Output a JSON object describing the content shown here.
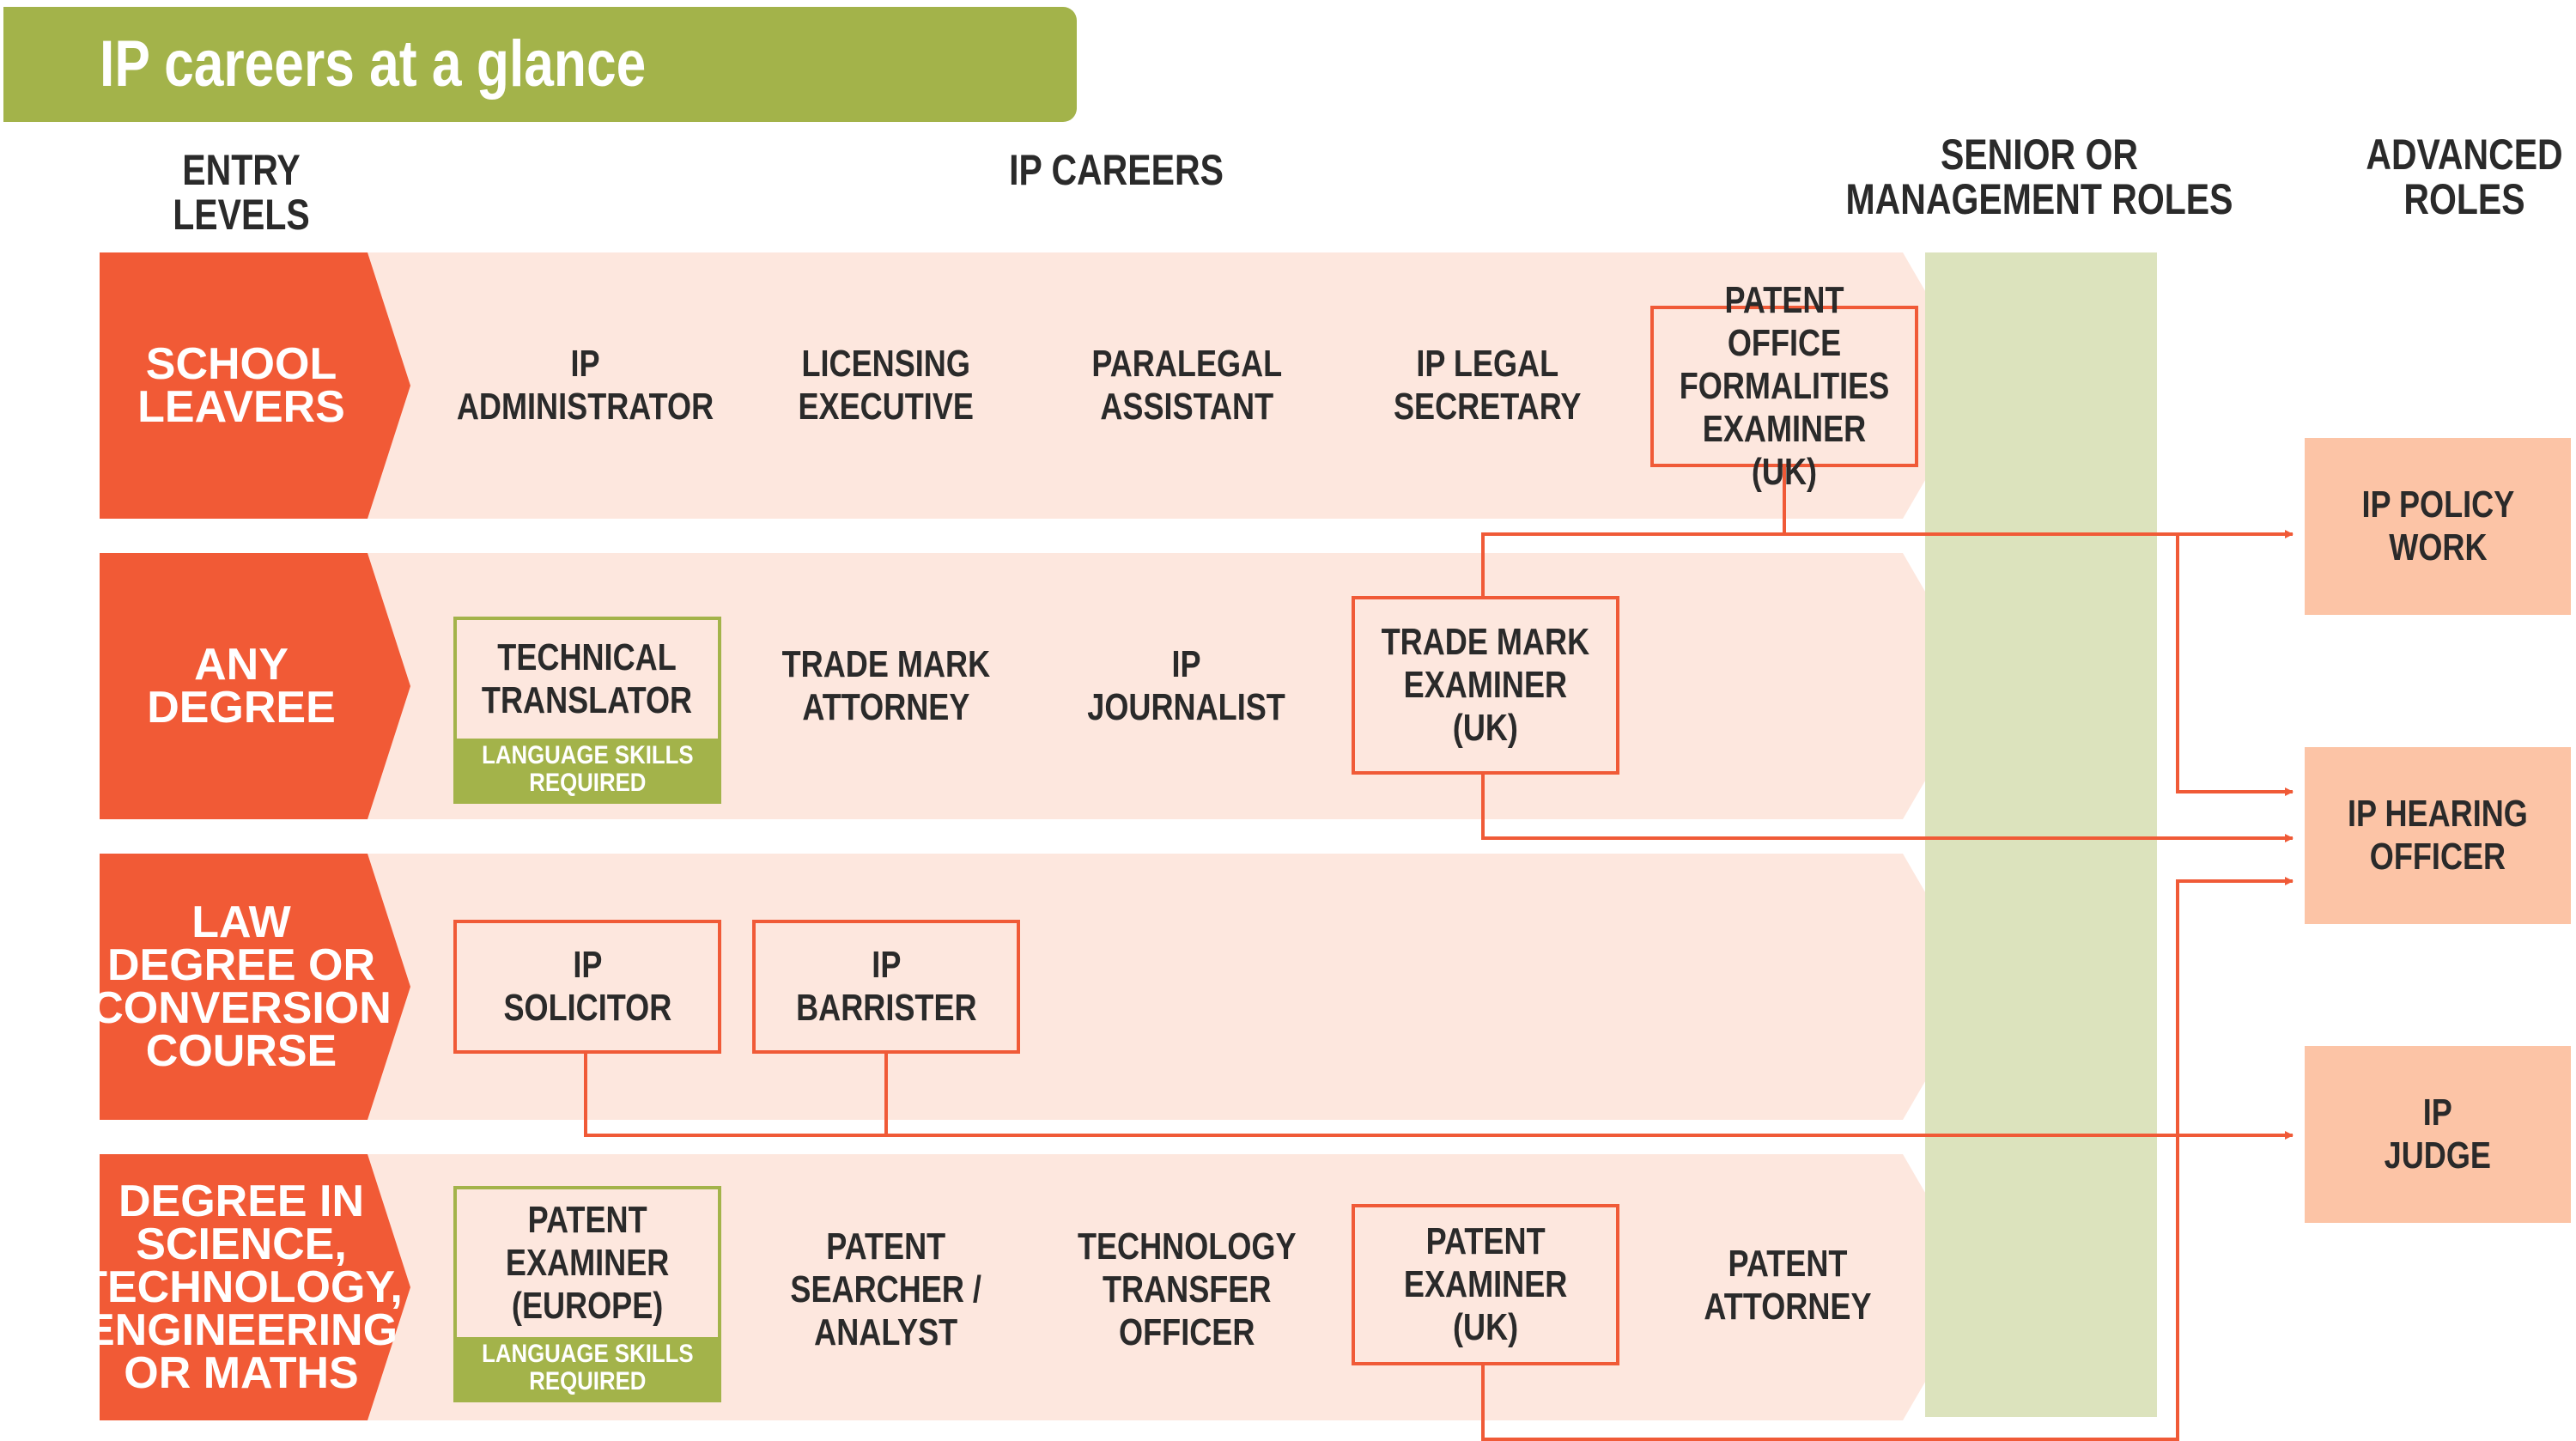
{
  "title": "IP careers at a glance",
  "headers": {
    "entry_levels": "ENTRY LEVELS",
    "ip_careers": "IP CAREERS",
    "senior": "SENIOR OR\nMANAGEMENT ROLES",
    "advanced": "ADVANCED\nROLES"
  },
  "colors": {
    "title_green": "#a3b34a",
    "entry_orange": "#f15a36",
    "band_peach": "#fde7de",
    "senior_green": "#dce3bd",
    "advanced_peach": "#fcc4a6",
    "connector": "#f05a37"
  },
  "rows": [
    {
      "entry": "SCHOOL\nLEAVERS",
      "careers": [
        {
          "label": "IP\nADMINISTRATOR"
        },
        {
          "label": "LICENSING\nEXECUTIVE"
        },
        {
          "label": "PARALEGAL\nASSISTANT"
        },
        {
          "label": "IP LEGAL\nSECRETARY"
        },
        {
          "label": "PATENT OFFICE\nFORMALITIES\nEXAMINER (UK)"
        }
      ]
    },
    {
      "entry": "ANY\nDEGREE",
      "careers": [
        {
          "label": "TECHNICAL\nTRANSLATOR",
          "note": "LANGUAGE SKILLS\nREQUIRED"
        },
        {
          "label": "TRADE MARK\nATTORNEY"
        },
        {
          "label": "IP\nJOURNALIST"
        },
        {
          "label": "TRADE MARK\nEXAMINER\n(UK)"
        }
      ]
    },
    {
      "entry": "LAW\nDEGREE OR\nCONVERSION\nCOURSE",
      "careers": [
        {
          "label": "IP\nSOLICITOR"
        },
        {
          "label": "IP\nBARRISTER"
        }
      ]
    },
    {
      "entry": "DEGREE IN\nSCIENCE,\nTECHNOLOGY,\nENGINEERING\nOR MATHS",
      "careers": [
        {
          "label": "PATENT\nEXAMINER\n(EUROPE)",
          "note": "LANGUAGE SKILLS\nREQUIRED"
        },
        {
          "label": "PATENT\nSEARCHER /\nANALYST"
        },
        {
          "label": "TECHNOLOGY\nTRANSFER\nOFFICER"
        },
        {
          "label": "PATENT\nEXAMINER\n(UK)"
        },
        {
          "label": "PATENT\nATTORNEY"
        }
      ]
    }
  ],
  "advanced_roles": [
    {
      "label": "IP POLICY\nWORK"
    },
    {
      "label": "IP HEARING\nOFFICER"
    },
    {
      "label": "IP\nJUDGE"
    }
  ]
}
